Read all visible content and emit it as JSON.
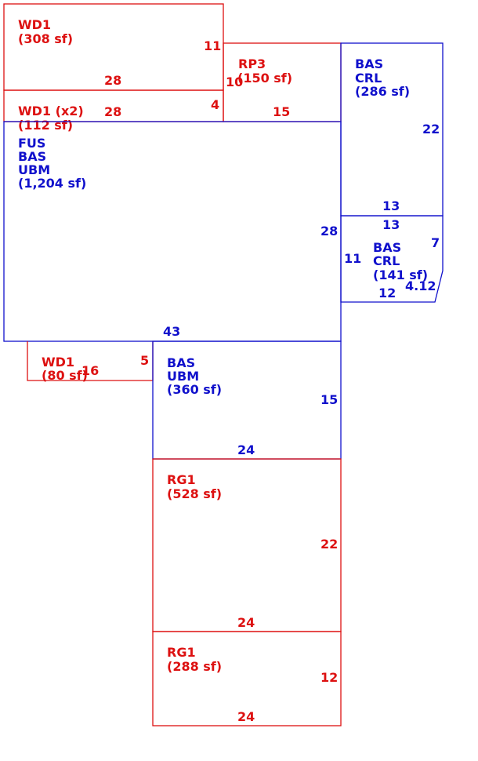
{
  "colors": {
    "exterior": "#dd1111",
    "living": "#1111cc",
    "background": "#ffffff"
  },
  "areas": {
    "wd1_top": {
      "name": "WD1",
      "area": "(308 sf)",
      "dim_width": "28",
      "dim_height": "11"
    },
    "wd1_x2": {
      "name": "WD1 (x2)",
      "area": "(112 sf)",
      "dim_width": "28",
      "dim_height": "4"
    },
    "rp3": {
      "name": "RP3",
      "area": "(150 sf)",
      "dim_width": "15",
      "dim_height": "10"
    },
    "bas_crl_top": {
      "line1": "BAS",
      "line2": "CRL",
      "area": "(286 sf)",
      "dim_width": "13",
      "dim_height": "22"
    },
    "fus_bas_ubm": {
      "line1": "FUS",
      "line2": "BAS",
      "line3": "UBM",
      "area": "(1,204 sf)",
      "dim_width": "43",
      "dim_height": "28"
    },
    "bas_crl_small": {
      "line1": "BAS",
      "line2": "CRL",
      "area": "(141 sf)",
      "dim_top": "13",
      "dim_left": "11",
      "dim_right": "7",
      "dim_diag": "4.12",
      "dim_bottom": "12"
    },
    "wd1_small": {
      "name": "WD1",
      "area": "(80 sf)",
      "dim_width": "16",
      "dim_height": "5"
    },
    "bas_ubm": {
      "line1": "BAS",
      "line2": "UBM",
      "area": "(360 sf)",
      "dim_width": "24",
      "dim_height": "15"
    },
    "rg1_large": {
      "name": "RG1",
      "area": "(528 sf)",
      "dim_width": "24",
      "dim_height": "22"
    },
    "rg1_small": {
      "name": "RG1",
      "area": "(288 sf)",
      "dim_width": "24",
      "dim_height": "12"
    }
  }
}
